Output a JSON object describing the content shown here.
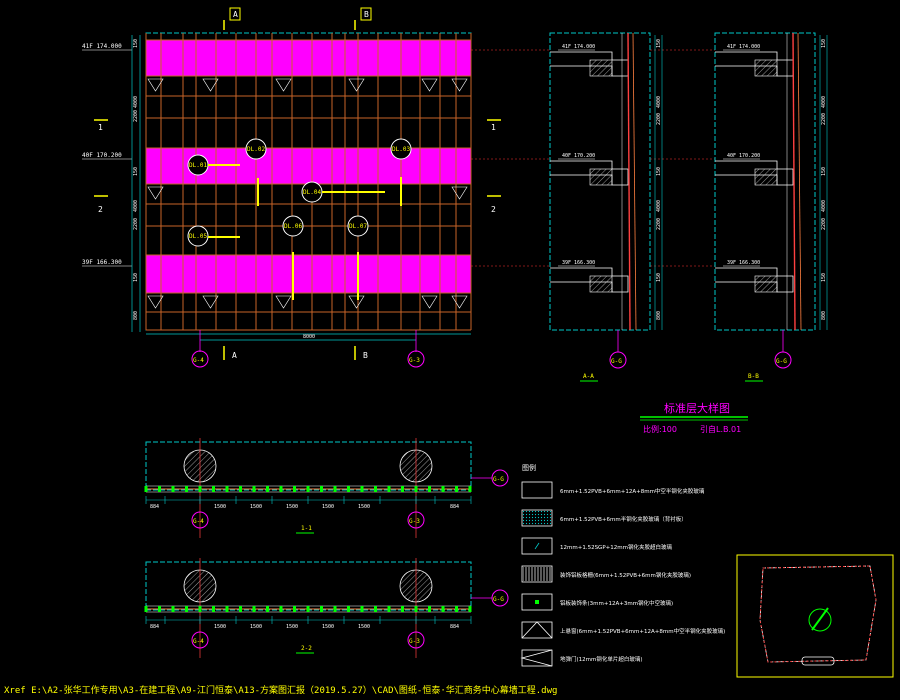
{
  "drawing": {
    "title": "标准层大样图",
    "scale_text": "比例:100",
    "ref_text": "引自L.B.01",
    "status_path": "Xref E:\\A2-张华工作专用\\A3-在建工程\\A9-江门恒泰\\A13-方案图汇报（2019.5.27）\\CAD\\图纸-恒泰·华汇商务中心幕墙工程.dwg",
    "colors": {
      "background": "#000000",
      "magenta": "#ff00ff",
      "yellow": "#ffff00",
      "cyan": "#00c8c8",
      "grid": "#c86428",
      "white": "#ffffff",
      "green": "#00ff00"
    }
  },
  "elevation": {
    "section_marks_top": [
      "A",
      "B"
    ],
    "section_marks_bottom": [
      "A",
      "B"
    ],
    "side_marks_left": [
      "1",
      "2"
    ],
    "side_marks_right": [
      "1",
      "2"
    ],
    "level_labels": [
      "41F 174.000",
      "40F 170.200",
      "39F 166.300"
    ],
    "axis_bubbles": [
      "G-4",
      "G-3"
    ],
    "bottom_dim": "8000",
    "callouts": [
      "DL.01",
      "DL.02",
      "DL.03",
      "DL.04",
      "DL.05",
      "DL.06",
      "DL.07"
    ]
  },
  "sections": [
    {
      "label": "A-A",
      "axis": "G-G",
      "levels": [
        "41F 174.000",
        "40F 170.200",
        "39F 166.300"
      ]
    },
    {
      "label": "B-B",
      "axis": "G-G",
      "levels": [
        "41F 174.000",
        "40F 170.200",
        "39F 166.300"
      ]
    }
  ],
  "plans": [
    {
      "label": "1-1",
      "axes": [
        "G-4",
        "G-3"
      ],
      "side_axis": "G-G",
      "dims": [
        "884",
        "1500",
        "1500",
        "1500",
        "1500",
        "1500",
        "884"
      ]
    },
    {
      "label": "2-2",
      "axes": [
        "G-4",
        "G-3"
      ],
      "side_axis": "G-G",
      "dims": [
        "884",
        "1500",
        "1500",
        "1500",
        "1500",
        "1500",
        "884"
      ]
    }
  ],
  "legend": {
    "title": "图例",
    "items": [
      {
        "icon": "box-icon",
        "text": "6mm+1.52PVB+6mm+12A+8mm中空半钢化夹胶玻璃"
      },
      {
        "icon": "dotted-box-icon",
        "text": "6mm+1.52PVB+6mm半钢化夹胶玻璃（背衬板）"
      },
      {
        "icon": "slash-box-icon",
        "text": "12mm+1.52SGP+12mm钢化夹胶超白玻璃"
      },
      {
        "icon": "vertical-hatch-icon",
        "text": "装饰铝板格栅(6mm+1.52PVB+6mm钢化夹胶玻璃)"
      },
      {
        "icon": "dot-box-icon",
        "text": "铝板装饰条(3mm+12A+3mm钢化中空玻璃)"
      },
      {
        "icon": "triangle-box-icon",
        "text": "上悬窗(6mm+1.52PVB+6mm+12A+8mm中空半钢化夹胶玻璃)"
      },
      {
        "icon": "open-door-icon",
        "text": "地弹门(12mm钢化单片超白玻璃)"
      }
    ]
  }
}
